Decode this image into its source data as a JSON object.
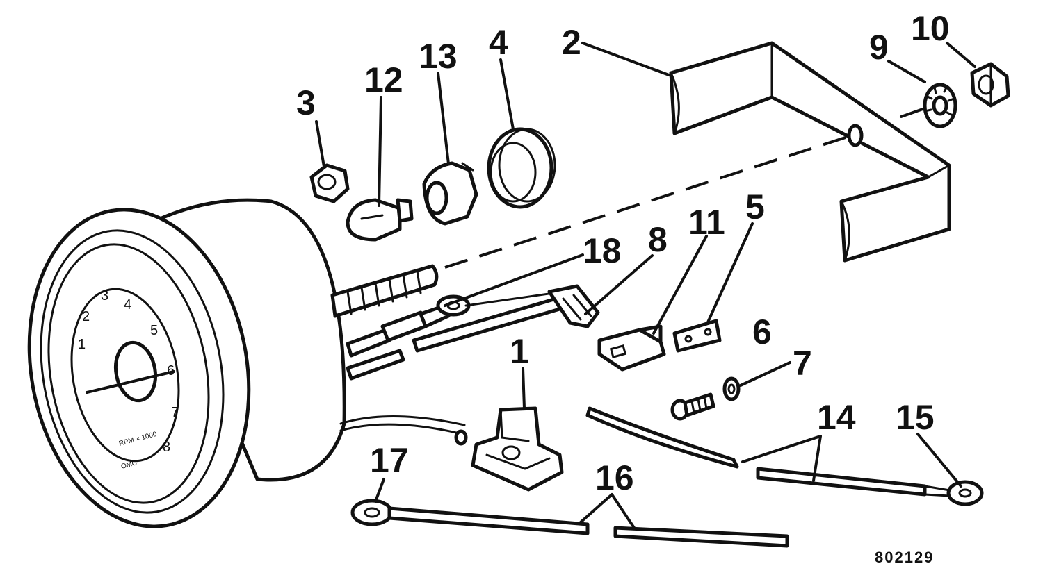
{
  "callouts": [
    "1",
    "2",
    "3",
    "4",
    "5",
    "6",
    "7",
    "8",
    "9",
    "10",
    "11",
    "12",
    "13",
    "14",
    "15",
    "16",
    "17",
    "18"
  ],
  "drawing_code": "802129",
  "gauge": {
    "dial_numbers": [
      "1",
      "2",
      "3",
      "4",
      "5",
      "6",
      "7",
      "8"
    ],
    "scale_text": "RPM × 1000",
    "brand_text": "OMC"
  },
  "colors": {
    "ink": "#111111",
    "paper": "#ffffff"
  }
}
